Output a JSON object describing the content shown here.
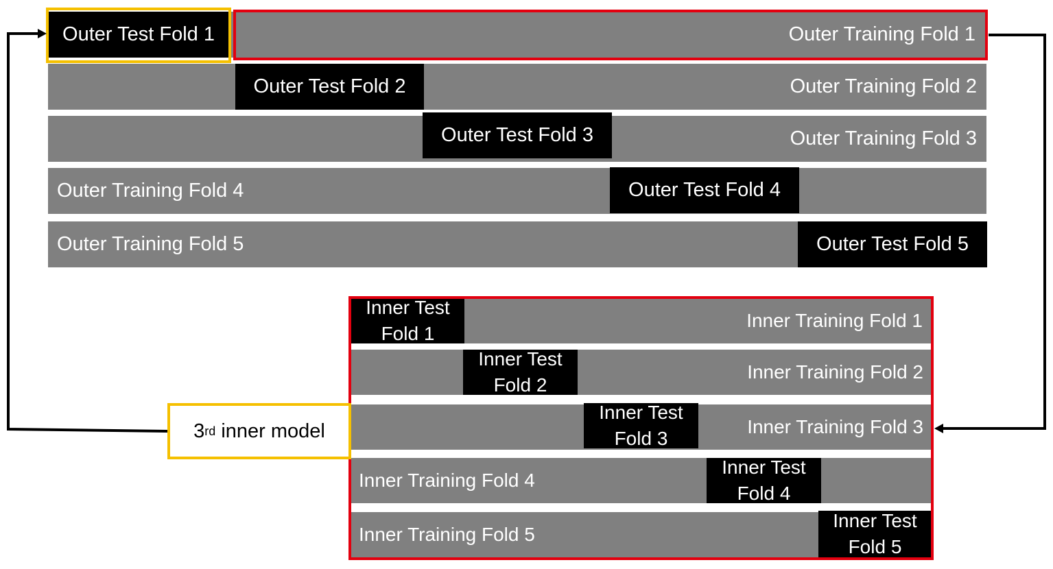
{
  "outer": {
    "rows": [
      {
        "test_label": "Outer Test Fold 1",
        "train_label": "Outer Training Fold 1"
      },
      {
        "test_label": "Outer Test Fold 2",
        "train_label": "Outer Training Fold 2"
      },
      {
        "test_label": "Outer Test Fold 3",
        "train_label": "Outer Training Fold 3"
      },
      {
        "test_label": "Outer Test Fold 4",
        "train_label": "Outer Training Fold 4"
      },
      {
        "test_label": "Outer Test Fold 5",
        "train_label": "Outer Training Fold 5"
      }
    ]
  },
  "inner": {
    "rows": [
      {
        "test_label": "Inner Test Fold 1",
        "train_label": "Inner Training Fold 1"
      },
      {
        "test_label": "Inner Test Fold 2",
        "train_label": "Inner Training Fold 2"
      },
      {
        "test_label": "Inner Test Fold 3",
        "train_label": "Inner Training Fold 3"
      },
      {
        "test_label": "Inner Test Fold 4",
        "train_label": "Inner Training Fold 4"
      },
      {
        "test_label": "Inner Test Fold 5",
        "train_label": "Inner Training Fold 5"
      }
    ]
  },
  "model_box": {
    "ordinal": "3",
    "suffix": "rd",
    "label": "inner model"
  },
  "colors": {
    "train_bar": "#808080",
    "test_block": "#000000",
    "highlight_training": "#e3000f",
    "highlight_test": "#f5c000",
    "arrow": "#000000"
  }
}
